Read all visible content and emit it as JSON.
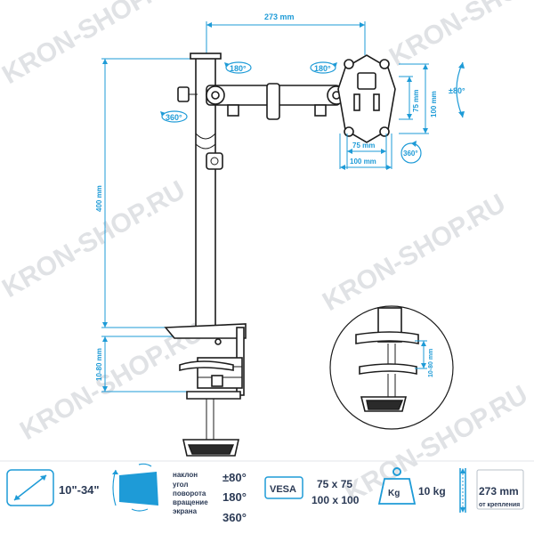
{
  "watermarks": [
    "KRON-SHOP.RU",
    "KRON-SHOP.RU",
    "KRON-SHOP.RU",
    "KRON-SHOP.RU",
    "KRON-SHOP.RU",
    "KRON-SHOP.RU"
  ],
  "dimensions": {
    "arm_length": "273 mm",
    "pole_height": "400 mm",
    "clamp_left": "10-80 mm",
    "clamp_inset": "10-80 mm",
    "vesa_inner": "75 mm",
    "vesa_outer": "100 mm",
    "vesa_inner_v": "75 mm",
    "vesa_outer_v": "100 mm"
  },
  "rotations": {
    "arm_joint_left": "180°",
    "arm_joint_right": "180°",
    "pole_rotate": "360°",
    "screen_rotate": "360°",
    "tilt": "±80°"
  },
  "specs": {
    "screen_size": "10\"-34\"",
    "angle_labels": [
      "наклон",
      "угол",
      "поворота",
      "вращение",
      "экрана"
    ],
    "angle_values": [
      "±80°",
      "180°",
      "360°"
    ],
    "vesa_badge": "VESA",
    "vesa_values": [
      "75 x 75",
      "100 x 100"
    ],
    "weight_badge": "Kg",
    "weight_value": "10 kg",
    "reach_value": "273 mm",
    "reach_caption": "от крепления"
  },
  "colors": {
    "accent": "#1e9bd7",
    "dark": "#2b3a55",
    "line": "#1c1c1c"
  }
}
